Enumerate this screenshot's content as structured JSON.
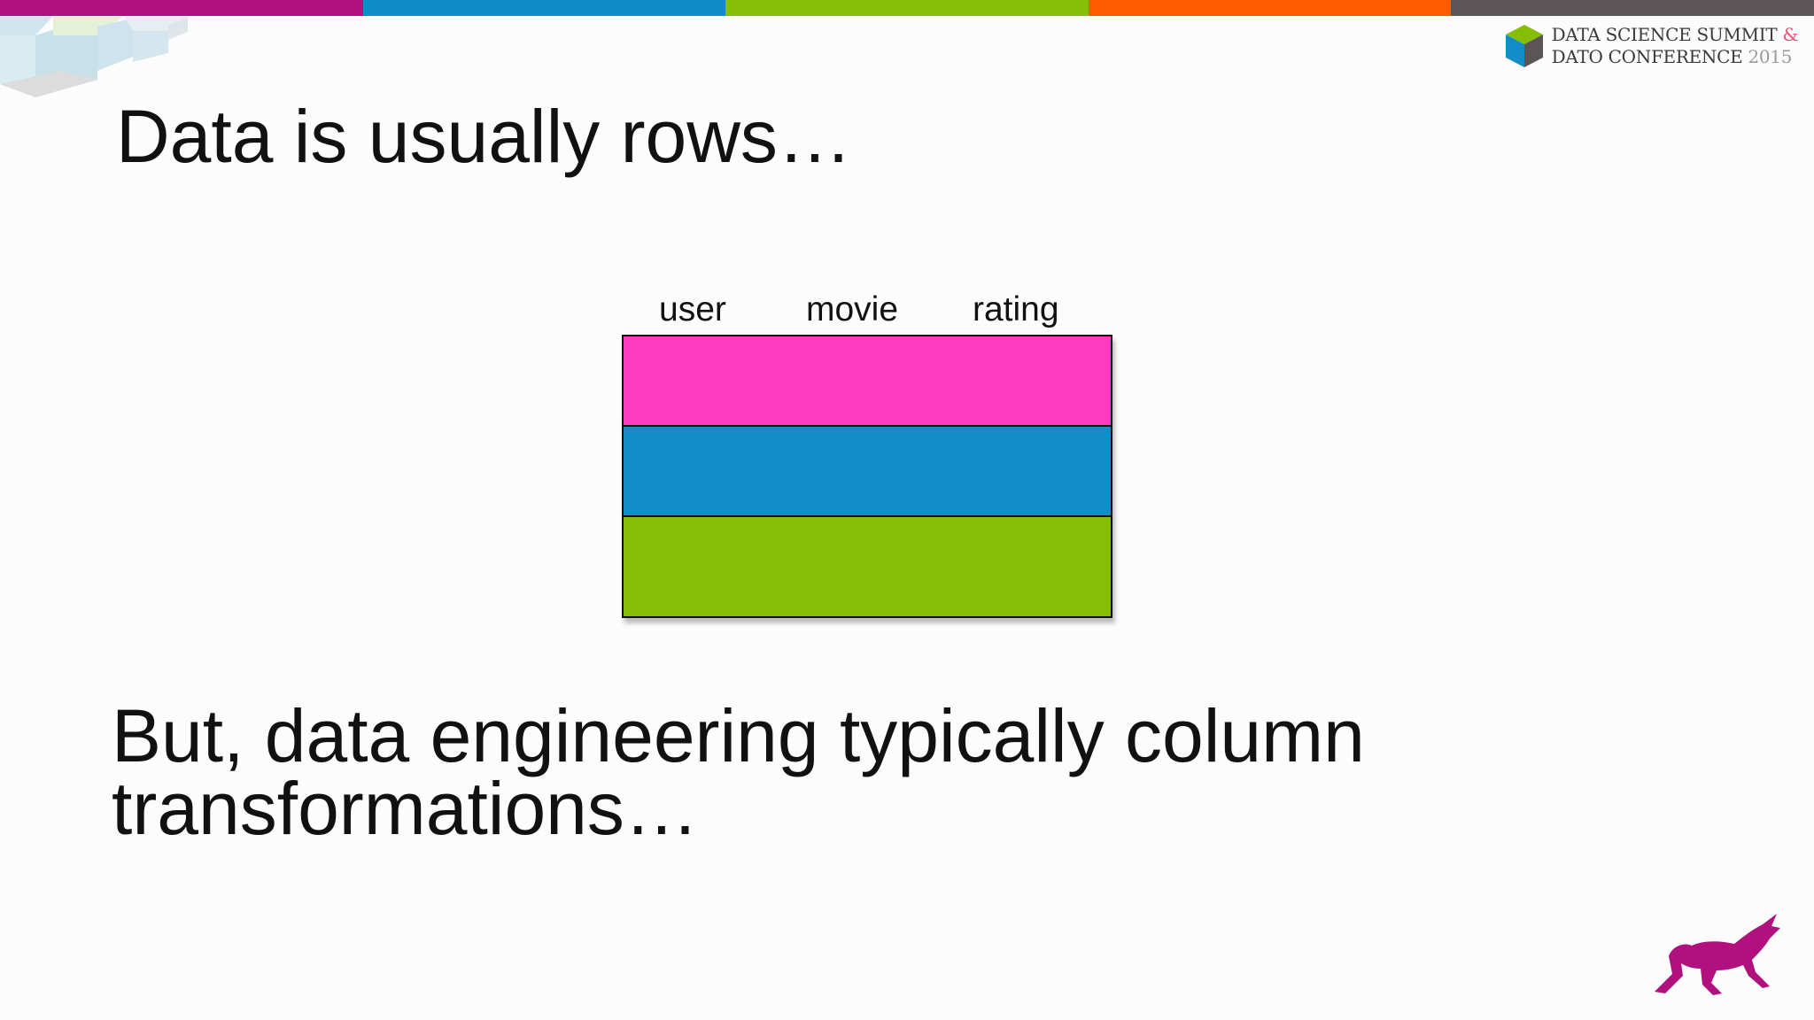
{
  "top_bar": {
    "colors": [
      "#b0117f",
      "#0e8cc6",
      "#85bf08",
      "#ff5a00",
      "#5b5557"
    ]
  },
  "brand": {
    "line1": "DATA SCIENCE SUMMIT",
    "amp": "&",
    "line2": "DATO CONFERENCE",
    "year": "2015"
  },
  "slide": {
    "title": "Data is usually rows…",
    "subtitle": "But, data engineering typically column transformations…"
  },
  "table": {
    "columns": [
      "user",
      "movie",
      "rating"
    ],
    "row_colors": [
      "#ff3bc2",
      "#138cc7",
      "#86be05"
    ]
  },
  "icons": {
    "corner": "cubes-decoration-icon",
    "logo": "dato-cube-logo-icon",
    "mascot": "dog-mascot-icon"
  }
}
